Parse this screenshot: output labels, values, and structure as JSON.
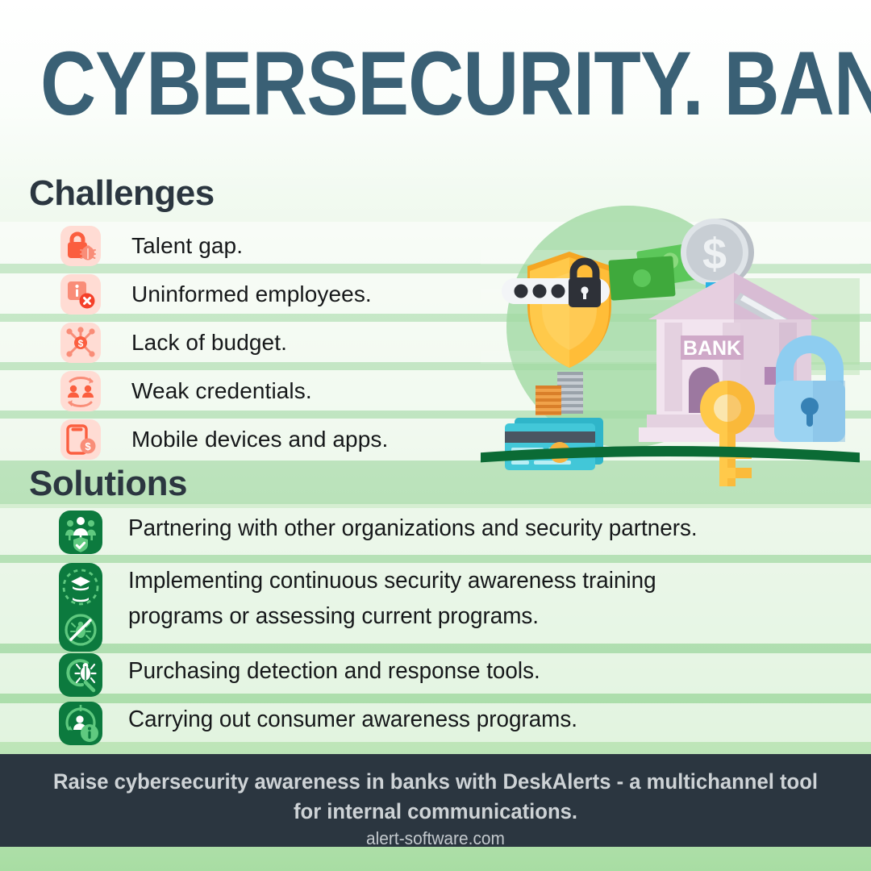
{
  "title": "CYBERSECURITY. BANK",
  "colors": {
    "title": "#3a6075",
    "heading": "#2b3640",
    "challenge_icon_bg": "#ffdcd4",
    "challenge_icon_fg": "#fb5e3f",
    "solution_icon_bg": "#0c7a3e",
    "solution_icon_fg": "#5fc97f",
    "footer_bg": "#2b3640",
    "footer_text": "#ced3d6",
    "bg_top": "#ffffff",
    "bg_bottom": "#a8dda3"
  },
  "challenges": {
    "heading": "Challenges",
    "items": [
      {
        "label": "Talent gap.",
        "icon": "lock-bug-icon"
      },
      {
        "label": "Uninformed employees.",
        "icon": "info-error-icon"
      },
      {
        "label": "Lack of budget.",
        "icon": "budget-network-icon"
      },
      {
        "label": "Weak credentials.",
        "icon": "users-swap-icon"
      },
      {
        "label": "Mobile devices and apps.",
        "icon": "mobile-money-icon"
      }
    ]
  },
  "solutions": {
    "heading": "Solutions",
    "items": [
      {
        "label": "Partnering with other organizations and security partners.",
        "icon": "people-shield-icon"
      },
      {
        "label": "Implementing continuous security awareness training\nprograms or assessing current programs.",
        "icon": "graduation-bug-block-icon"
      },
      {
        "label": "Purchasing detection and response tools.",
        "icon": "magnifier-bug-icon"
      },
      {
        "label": "Carrying out consumer awareness programs.",
        "icon": "person-target-info-icon"
      }
    ]
  },
  "illustration": {
    "name": "bank-security-illustration",
    "bank_sign": "BANK",
    "coin_symbol": "$",
    "elements": [
      "green-circle-backdrop",
      "gold-shield-icon",
      "password-bar-icon",
      "black-padlock-icon",
      "money-bills-icon",
      "silver-coin-icon",
      "blue-down-arrow-icon",
      "bank-building-icon",
      "coin-stacks-icon",
      "credit-cards-icon",
      "gold-key-icon",
      "blue-padlock-icon",
      "ground-shadow"
    ]
  },
  "footer": {
    "tagline": "Raise cybersecurity awareness in banks with DeskAlerts - a multichannel tool\nfor internal communications.",
    "website": "alert-software.com"
  }
}
